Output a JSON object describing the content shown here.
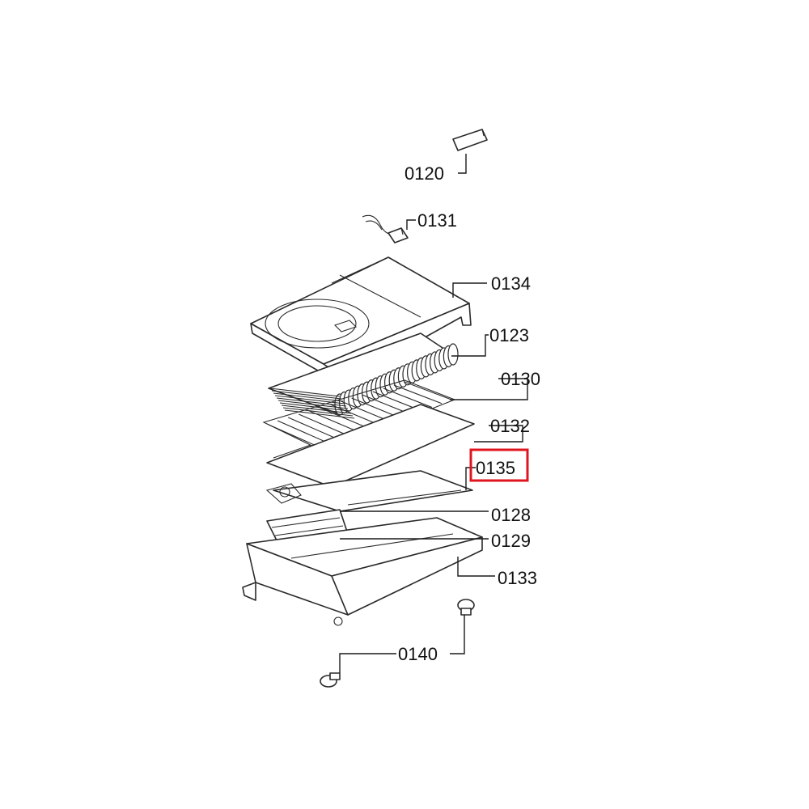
{
  "callouts": [
    {
      "id": "0120",
      "text": "0120"
    },
    {
      "id": "0131",
      "text": "0131"
    },
    {
      "id": "0134",
      "text": "0134"
    },
    {
      "id": "0123",
      "text": "0123"
    },
    {
      "id": "0130",
      "text": "0130"
    },
    {
      "id": "0132",
      "text": "0132"
    },
    {
      "id": "0135",
      "text": "0135",
      "highlighted": true
    },
    {
      "id": "0128",
      "text": "0128"
    },
    {
      "id": "0129",
      "text": "0129"
    },
    {
      "id": "0133",
      "text": "0133"
    },
    {
      "id": "0140",
      "text": "0140"
    }
  ],
  "highlight_color": "#e0141e"
}
